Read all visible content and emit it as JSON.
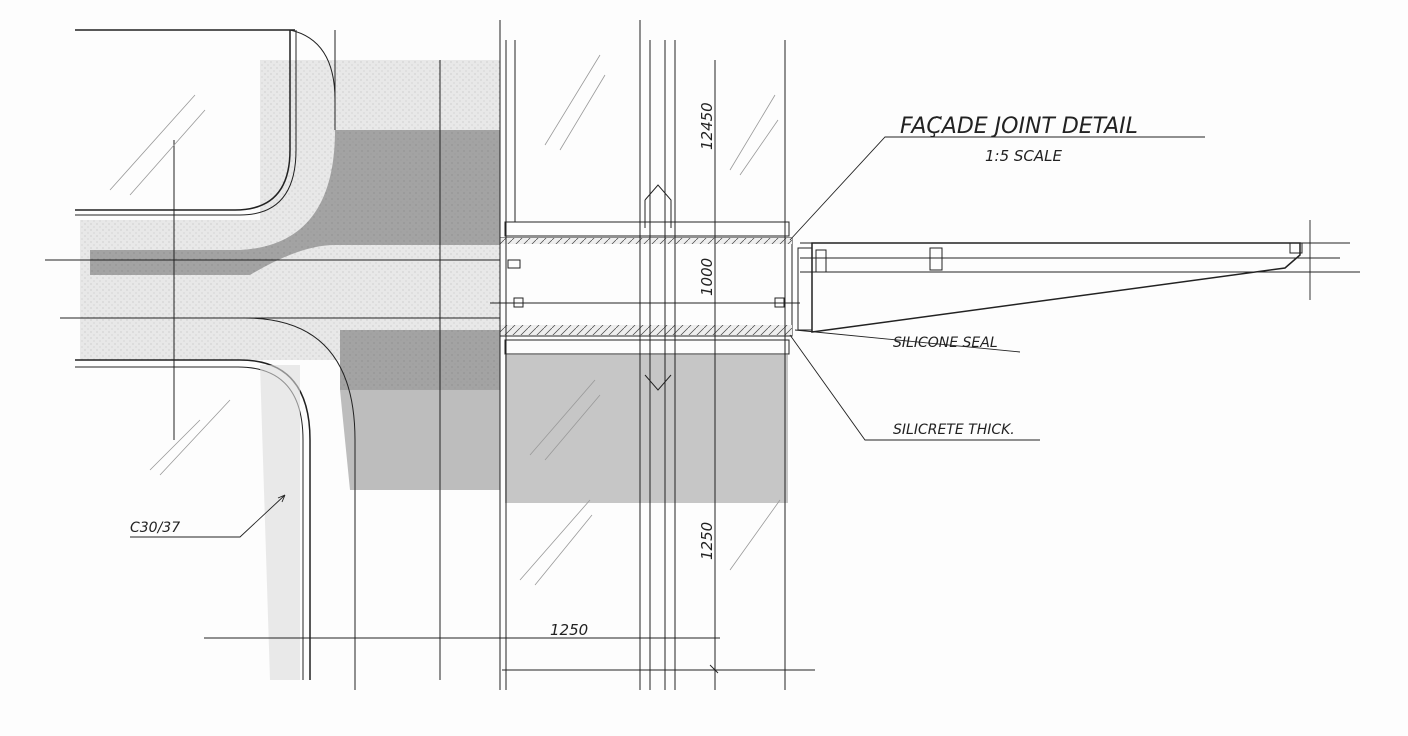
{
  "title": "FAÇ̃ADE JOINT DETAIL",
  "scale": "1:5 SCALE",
  "dimensions": {
    "top_vertical": "12450",
    "slab_thickness": "1000",
    "lower_vertical": "1250",
    "bottom_horizontal": "1250"
  },
  "callouts": {
    "silicone_seal": "SILICONE SEAL",
    "silicrete": "SILICRETE THICK.",
    "concrete_grade": "C30/37"
  },
  "colors": {
    "line": "#222222",
    "dark_fill": "#9a9a9a",
    "mid_fill": "#c4c4c4",
    "stipple": "#e6e6e6"
  }
}
